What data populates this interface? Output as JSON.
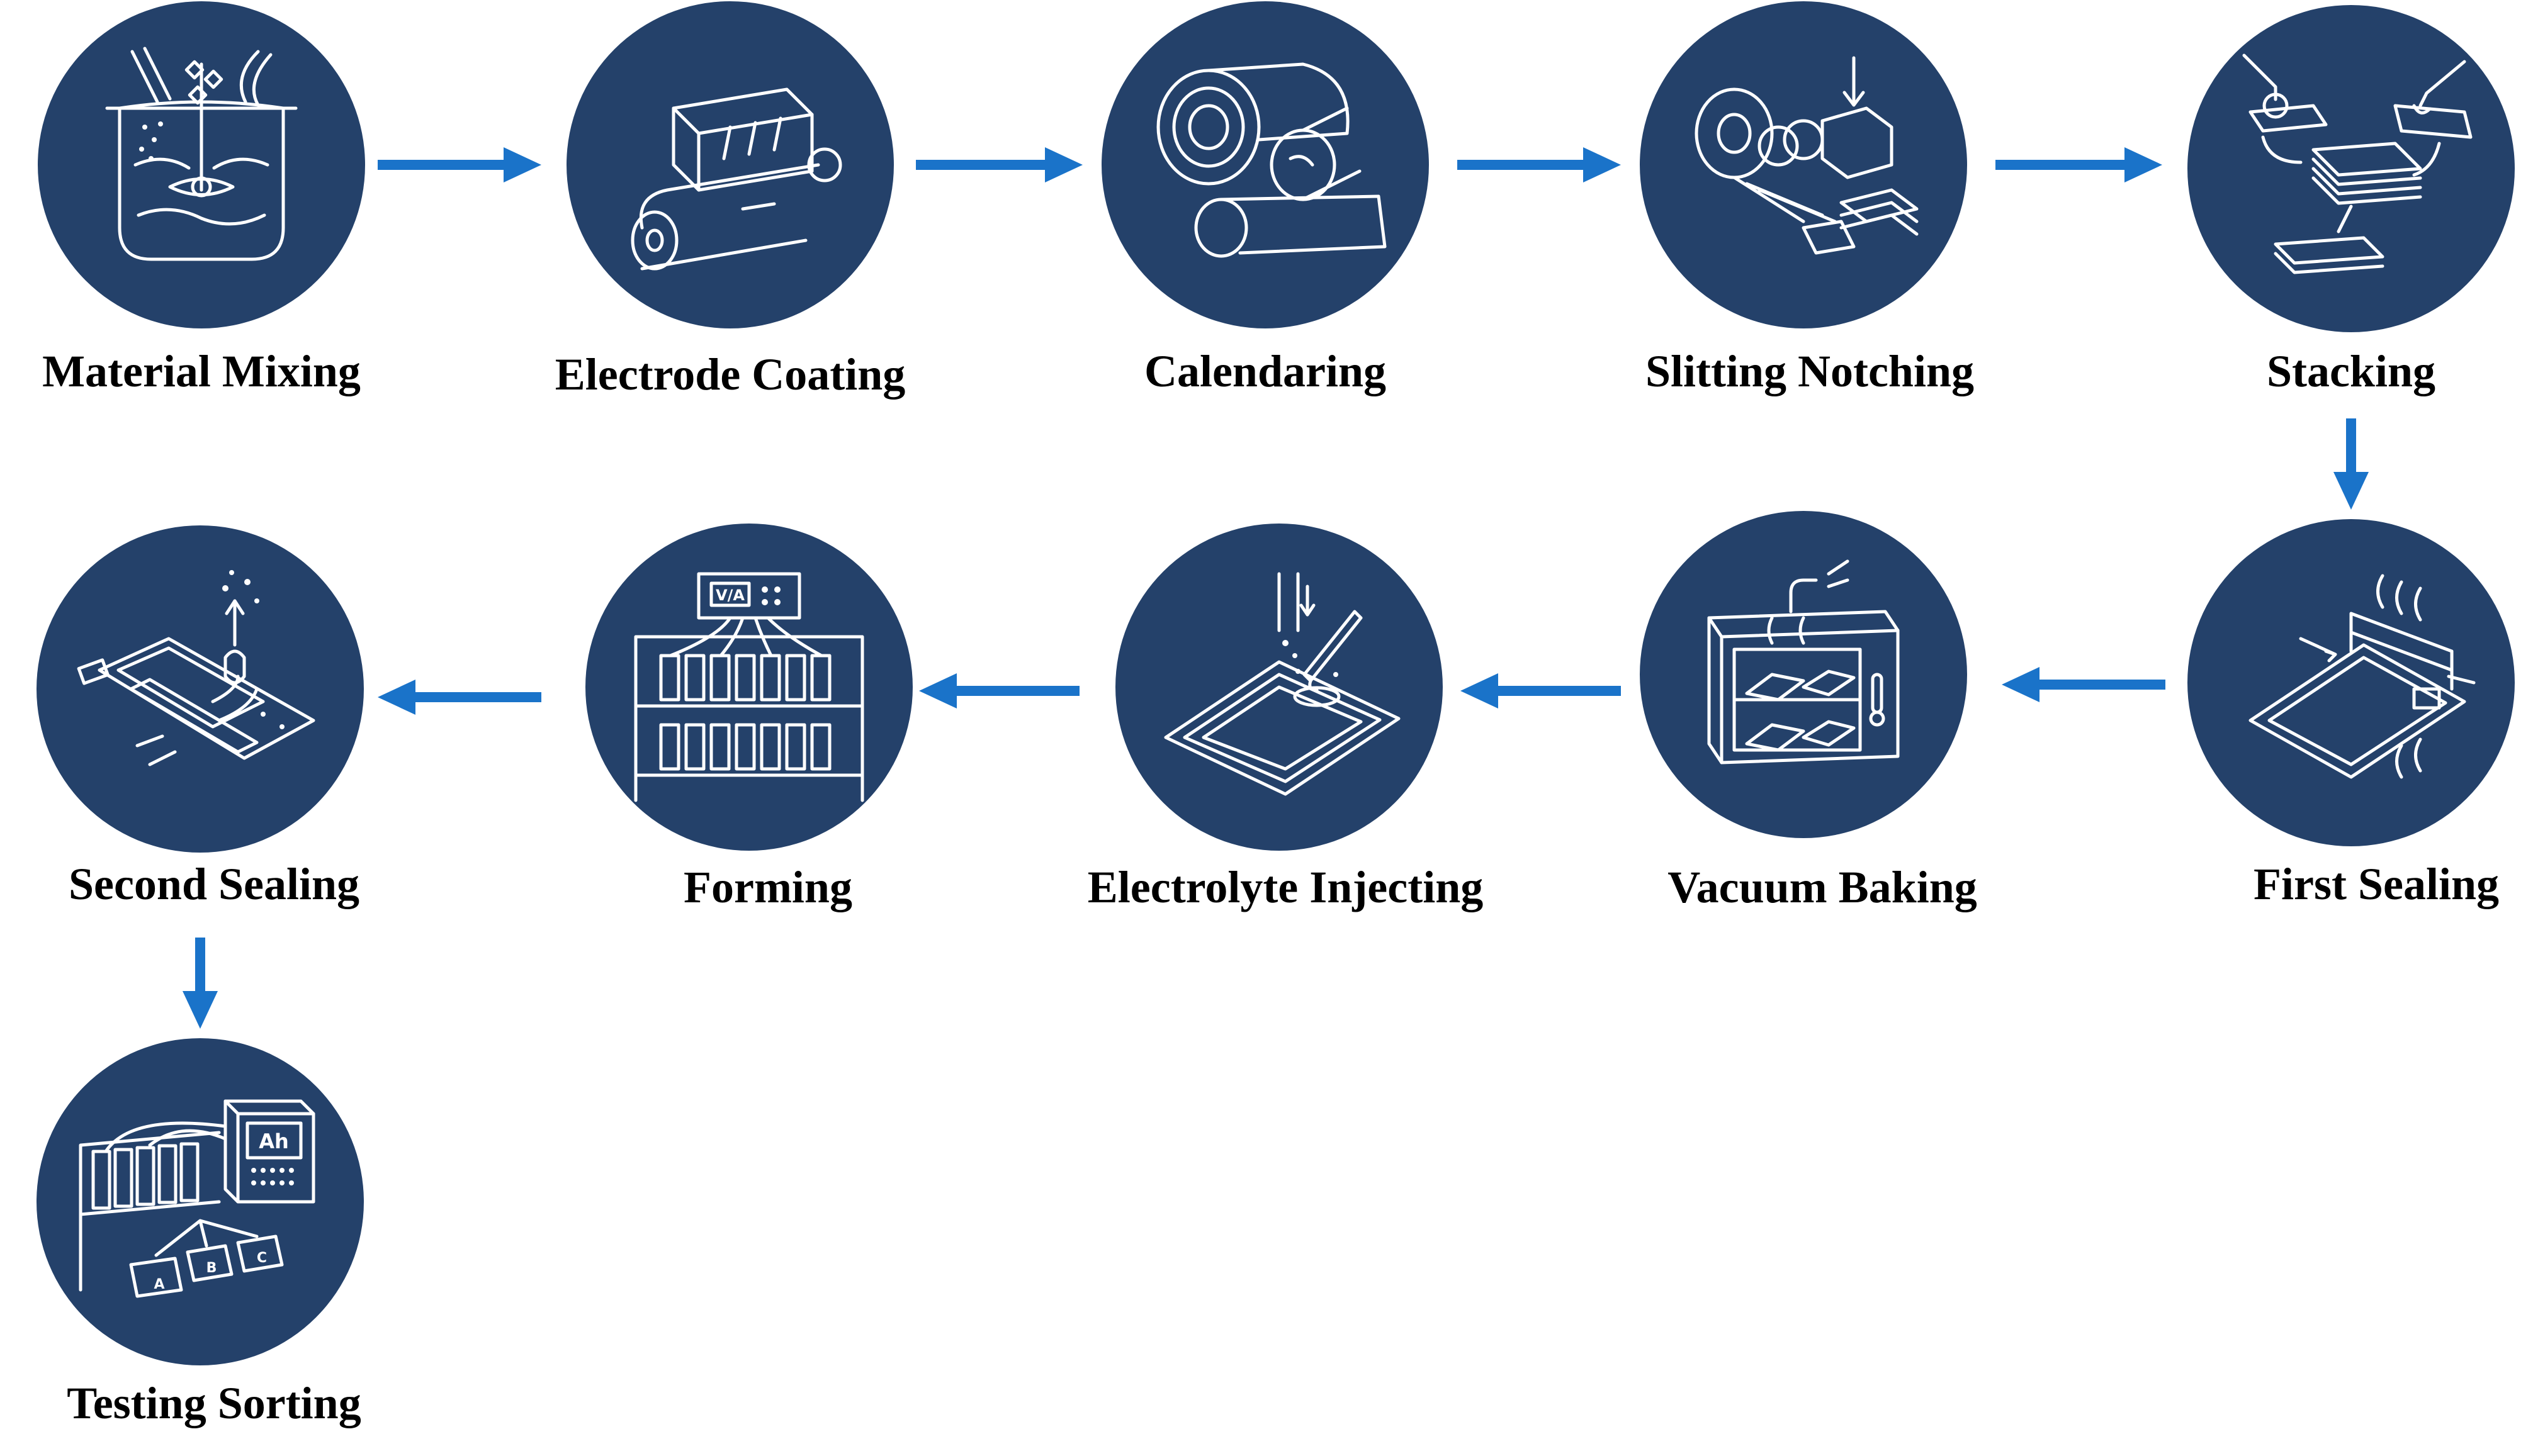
{
  "colors": {
    "circle": "#24416a",
    "arrow": "#1a73c9",
    "icon_stroke": "#ffffff",
    "label": "#000000"
  },
  "steps": [
    {
      "label": "Material Mixing",
      "icon": "mixing-tank-icon"
    },
    {
      "label": "Electrode Coating",
      "icon": "coating-machine-icon"
    },
    {
      "label": "Calendaring",
      "icon": "calendar-rollers-icon"
    },
    {
      "label": "Slitting Notching",
      "icon": "slitting-notching-icon"
    },
    {
      "label": "Stacking",
      "icon": "stacking-robot-icon"
    },
    {
      "label": "First Sealing",
      "icon": "heat-sealer-icon"
    },
    {
      "label": "Vacuum Baking",
      "icon": "vacuum-oven-icon"
    },
    {
      "label": "Electrolyte Injecting",
      "icon": "electrolyte-nozzle-icon"
    },
    {
      "label": "Forming",
      "icon": "formation-rack-icon"
    },
    {
      "label": "Second Sealing",
      "icon": "second-sealing-icon"
    },
    {
      "label": "Testing Sorting",
      "icon": "testing-sorting-icon"
    }
  ],
  "icon_text": {
    "forming_meter": "V/A",
    "tester_display": "Ah",
    "bin_a": "A",
    "bin_b": "B",
    "bin_c": "C"
  }
}
